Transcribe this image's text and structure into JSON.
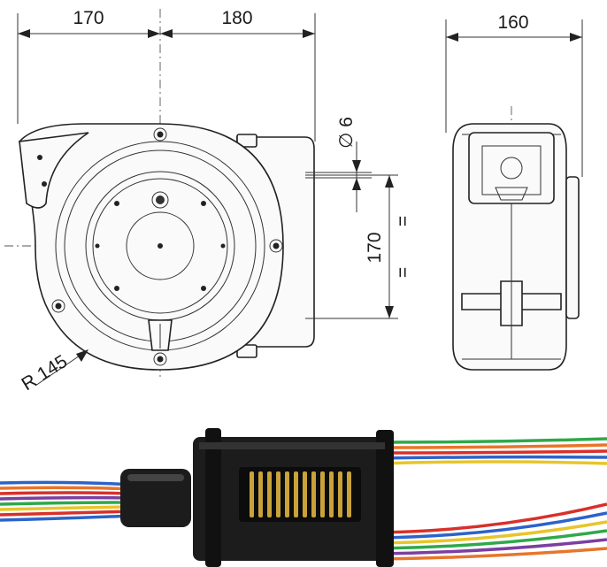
{
  "drawing": {
    "dim_left_width": "170",
    "dim_right_width": "180",
    "dim_side_width": "160",
    "dim_pipe_diameter": "∅ 6",
    "dim_mount_height": "170",
    "equal_mark_top": "=",
    "equal_mark_bottom": "=",
    "dim_radius": "R 145"
  },
  "colors": {
    "wire_green": "#2fa84a",
    "wire_orange": "#e8752a",
    "wire_red": "#d8302a",
    "wire_blue": "#2b63c9",
    "wire_purple": "#7b3fa0",
    "wire_yellow": "#e8c52a",
    "brush_gold": "#c9a23a",
    "housing_black": "#1c1c1c"
  }
}
